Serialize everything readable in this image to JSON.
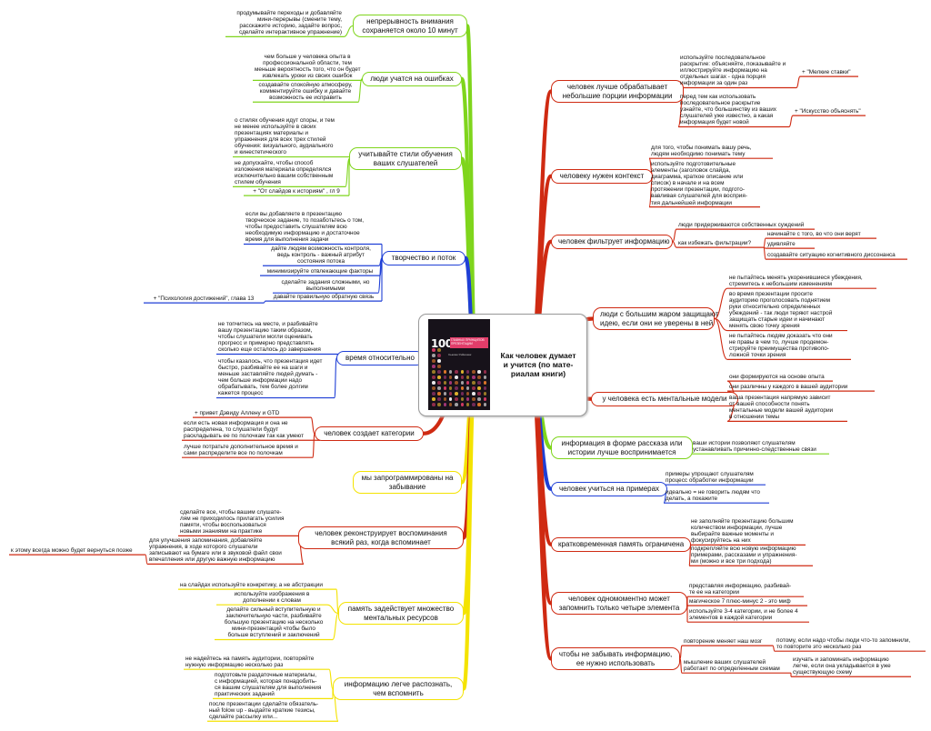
{
  "center": {
    "title": "Как человек думает\nи учится (по мате-\nриалам книги)",
    "book_number": "100",
    "book_subtitle": "ГЛАВНЫХ ПРИНЦИПОВ\nПРЕЗЕНТАЦИИ",
    "book_author": "Сьюзан Уэйншенк"
  },
  "colors": {
    "green": "#7fd51c",
    "blue": "#1f3fd6",
    "red": "#cf2a12",
    "yellow": "#f4e300",
    "node_border": "#cfcfcf"
  },
  "branches": [
    {
      "label": "непрерывность внимания\nсохраняется около 10 минут",
      "color": "green",
      "notes": [
        {
          "text": "продумывайте переходы и добавляйте\nмини-перерывы (смените тему,\nрасскажите историю, задайте вопрос,\nсделайте интерактивное упражнение)"
        }
      ]
    },
    {
      "label": "люди учатся на ошибках",
      "color": "green",
      "notes": [
        {
          "text": "чем больше у человека опыта в\nпрофессиональной области, тем\nменьше вероятность того, что он будет\nизвлекать уроки из своих ошибок"
        },
        {
          "text": "создавайте спокойную атмосферу,\nкомментируйте ошибку и давайте\nвозможность ее исправить"
        }
      ]
    },
    {
      "label": "учитывайте стили обучения\nваших слушателей",
      "color": "green",
      "notes": [
        {
          "text": "о стилях обучения идут споры, и тем\nне менее используйте в своих\nпрезентациях материалы и\nупражнения для всех трех стилей\nобучения: визуального, аудиального\nи кинестетического"
        },
        {
          "text": "не допускайте, чтобы способ\nизложения материала определялся\nисключительно вашим собственным\nстилем обучения"
        },
        {
          "text": "+ \"От слайдов к историям\" , гл 9"
        }
      ]
    },
    {
      "label": "творчество и поток",
      "color": "blue",
      "notes": [
        {
          "text": "если вы добавляете в презентацию\nтворческое задание, то позаботьтесь о том,\nчтобы предоставить слушателям всю\nнеобходимую информацию и достаточное\nвремя для выполнения задачи"
        },
        {
          "text": "дайте людям возможность контроля,\nведь контроль - важный атрибут\nсостояния потока"
        },
        {
          "text": "минимизируйте отвлекающие факторы"
        },
        {
          "text": "сделайте задания сложными, но\nвыполнимыми"
        },
        {
          "text": "давайте правильную обратную связь"
        },
        {
          "text": "+ \"Психология достижений\", глава 13"
        }
      ]
    },
    {
      "label": "время относительно",
      "color": "blue",
      "notes": [
        {
          "text": "не топчитесь на месте, и разбивайте\nвашу презентацию таким образом,\nчтобы слушатели могли оценивать\nпрогресс и примерно представлять\nсколько еще осталось до завершения"
        },
        {
          "text": "чтобы казалось, что презентация идет\nбыстро, разбивайте ее на шаги и\nменьше заставляйте людей думать -\nчем больше информации надо\nобрабатывать, тем более долгим\nкажется процесс"
        }
      ]
    },
    {
      "label": "человек создает категории",
      "color": "red",
      "notes": [
        {
          "text": "+ привет Дэвиду Аллену и GTD"
        },
        {
          "text": "если есть новая информация и она не\nраспределена, то слушатели будут\nраскладывать ее по полочкам так как умеют"
        },
        {
          "text": "лучше потратьте дополнительное время и\nсами распределите все по полочкам"
        }
      ]
    },
    {
      "label": "мы запрограммированы на\nзабывание",
      "color": "yellow",
      "notes": []
    },
    {
      "label": "человек реконструирует воспоминания\nвсякий раз, когда вспоминает",
      "color": "red",
      "notes": [
        {
          "text": "сделайте все, чтобы вашим слушате-\nлям не приходилось прилагать усилия\nпамяти, чтобы воспользоваться\nновыми знаниями на практике"
        },
        {
          "text": "для улучшения запоминания, добавляйте\nупражнения, в ходе которого слушатели\nзаписывают на бумаге или в звуковой файл свои\nвпечатления или другую важную информацию"
        },
        {
          "text": "к этому всегда можно будет вернуться позже"
        }
      ]
    },
    {
      "label": "память задействует множество\nментальных ресурсов",
      "color": "yellow",
      "notes": [
        {
          "text": "на слайдах используйте конкретику, а не абстракции"
        },
        {
          "text": "используйте изображения в\nдополнении к словам"
        },
        {
          "text": "делайте сильный вступительную и\nзаключительную части, разбивайте\nбольшую презентацию на несколько\nмини-презентаций чтобы было\nбольше вступлений и заключений"
        }
      ]
    },
    {
      "label": "информацию легче распознать,\nчем вспомнить",
      "color": "yellow",
      "notes": [
        {
          "text": "не надейтесь на память аудитории, повторяйте\nнужную информацию несколько раз"
        },
        {
          "text": "подготовьте раздаточные материалы,\nс информацией, которая понадобить-\nся вашим слушателям для выполнения\nпрактических заданий"
        },
        {
          "text": "после презентации сделайте обязатель-\nный folow up - выдайте краткие тезисы,\nсделайте рассылку или..."
        }
      ]
    },
    {
      "label": "человек лучше обрабатывает\nнебольшие порции информации",
      "color": "red",
      "notes": [
        {
          "text": "используйте последовательное\nраскрытие: объясняйте, показывайте и\nиллюстрируйте информацию на\nотдельных шагах - одна порция\nинформации за один раз"
        },
        {
          "text": "+ \"Мелкие ставки\""
        },
        {
          "text": "перед тем как использовать\nпоследовательное раскрытие\nузнайте, что большинству из ваших\nслушателей уже известно, а какая\nинформация будет новой"
        },
        {
          "text": "+ \"Искусство объяснять\""
        }
      ]
    },
    {
      "label": "человеку нужен контекст",
      "color": "red",
      "notes": [
        {
          "text": "для того, чтобы понимать вашу речь,\nлюдям необходимо понимать тему"
        },
        {
          "text": "используйте подготовительные\nэлементы (заголовок слайда,\nдиаграмма, краткое описание или\nсписок) в начале и на всем\nпротяжении презентации, подгото-\nвавливая слушателей для восприя-\nтия дальнейшей информации"
        }
      ]
    },
    {
      "label": "человек фильтрует информацию",
      "color": "red",
      "notes": [
        {
          "text": "люди придерживаются собственных суждений"
        },
        {
          "text": "как избежать фильтрации?"
        },
        {
          "text": "начинайте с того, во что они верят"
        },
        {
          "text": "удивляйте"
        },
        {
          "text": "создавайте ситуацию когнитивного диссонанса"
        }
      ]
    },
    {
      "label": "люди с большим жаром защищают\nидею, если они не уверены в ней",
      "color": "red",
      "notes": [
        {
          "text": "не пытайтесь менять укоренившиеся убеждения,\nстремитесь к небольшим изменениям"
        },
        {
          "text": "во время презентации просите\nаудиторию проголосовать поднятием\nруки относительно определенных\nубеждений - так люди теряют настрой\nзащищать старые идеи и начинают\nменять свою точку зрения"
        },
        {
          "text": "не пытайтесь людям доказать что они\nне правы в чем то, лучше продемон-\nстрируйте преимущества противопо-\nложной точки зрения"
        }
      ]
    },
    {
      "label": "у человека есть ментальные модели",
      "color": "red",
      "notes": [
        {
          "text": "они формируются на основе опыта"
        },
        {
          "text": "они различны у каждого в вашей аудитории"
        },
        {
          "text": "ваша презентация напрямую зависит\nот вашей способности понять\nментальные модели вашей аудитории\nв отношении темы"
        }
      ]
    },
    {
      "label": "информация в форме рассказа или\nистории лучше воспринимается",
      "color": "green",
      "notes": [
        {
          "text": "ваши истории позволяют слушателям\nустанавливать причинно-следственные связи"
        }
      ]
    },
    {
      "label": "человек учиться на примерах",
      "color": "blue",
      "notes": [
        {
          "text": "примеры упрощают слушателям\nпроцесс обработки информации"
        },
        {
          "text": "идеально = не говорить людям что\nделать, а покажите"
        }
      ]
    },
    {
      "label": "кратковременная память ограничена",
      "color": "red",
      "notes": [
        {
          "text": "не заполняйте презентацию большим\nколичеством информации, лучше\nвыбирайте важные моменты и\nфокусируйтесь на них"
        },
        {
          "text": "подкрепляйте всю новую информацию\nпримерами, рассказами и упражнения-\nми (можно и все три подхода)"
        }
      ]
    },
    {
      "label": "человек одномоментно может\nзапомнить только четыре элемента",
      "color": "red",
      "notes": [
        {
          "text": "представляя информацию, разбивай-\nте ее на категории"
        },
        {
          "text": "магическое 7 плюс-минус 2 - это миф"
        },
        {
          "text": "используйте 3-4 категории, и не более 4\nэлементов в каждой категории"
        }
      ]
    },
    {
      "label": "чтобы не забывать информацию,\nее нужно использовать",
      "color": "red",
      "notes": [
        {
          "text": "повторение меняет наш мозг"
        },
        {
          "text": "потому, если надо чтобы люди что-то запомнили,\nто повторите это несколько раз"
        },
        {
          "text": "мышление ваших слушателей\nработает по определенным схемам"
        },
        {
          "text": "изучать и запоминать информацию\nлегче, если она укладывается в уже\nсуществующую схему"
        }
      ]
    }
  ]
}
